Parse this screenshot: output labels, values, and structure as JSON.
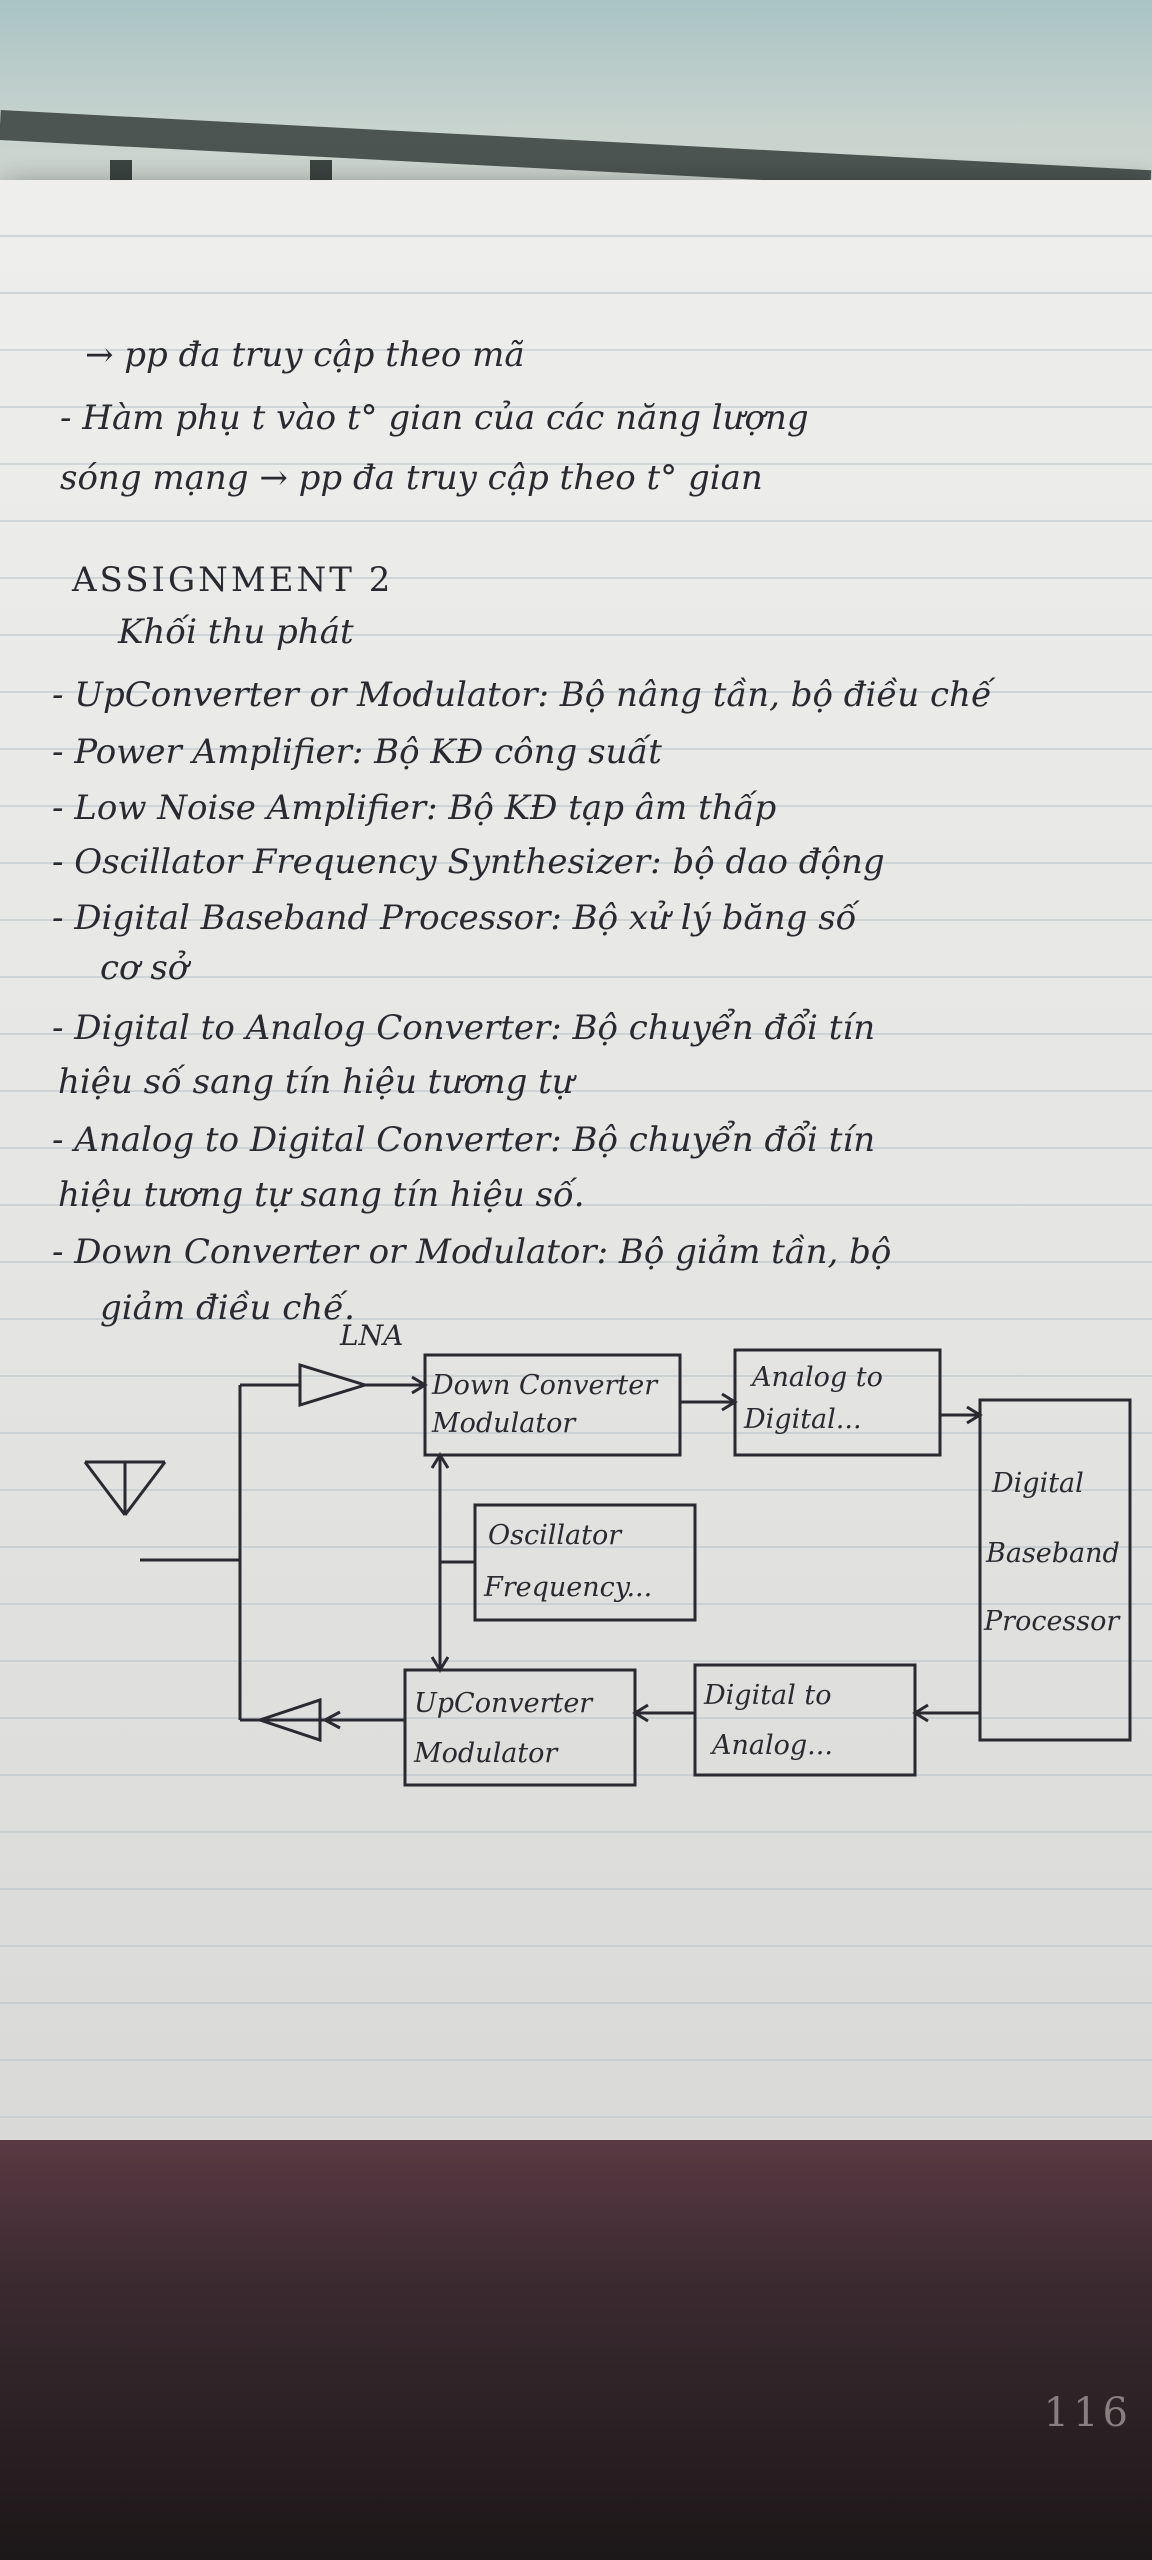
{
  "notes": {
    "lines": [
      "→ pp đa truy cập theo mã",
      "- Hàm phụ t vào t° gian của các năng lượng",
      "sóng mạng → pp đa truy cập theo t° gian",
      "ASSIGNMENT 2",
      "Khối thu phát",
      "- UpConverter or Modulator: Bộ nâng tần, bộ điều chế",
      "- Power Amplifier: Bộ KĐ công suất",
      "- Low Noise Amplifier: Bộ KĐ tạp âm thấp",
      "- Oscillator Frequency Synthesizer: bộ dao động",
      "- Digital Baseband Processor: Bộ xử lý băng số",
      "cơ sở",
      "- Digital to Analog Converter: Bộ chuyển đổi tín",
      "hiệu số sang tín hiệu tương tự",
      "- Analog to Digital Converter: Bộ chuyển đổi tín",
      "hiệu tương tự sang tín hiệu số.",
      "- Down Converter or Modulator: Bộ giảm tần, bộ",
      "giảm điều chế."
    ]
  },
  "diagram": {
    "lna_label": "LNA",
    "down_converter": [
      "Down Converter",
      "Modulator"
    ],
    "adc": [
      "Analog to",
      "Digital..."
    ],
    "dbp": [
      "Digital",
      "Baseband",
      "Processor"
    ],
    "oscillator": [
      "Oscillator",
      "Frequency..."
    ],
    "up_converter": [
      "UpConverter",
      "Modulator"
    ],
    "dac": [
      "Digital to",
      "Analog..."
    ]
  },
  "cover": {
    "corner_text": "116"
  }
}
